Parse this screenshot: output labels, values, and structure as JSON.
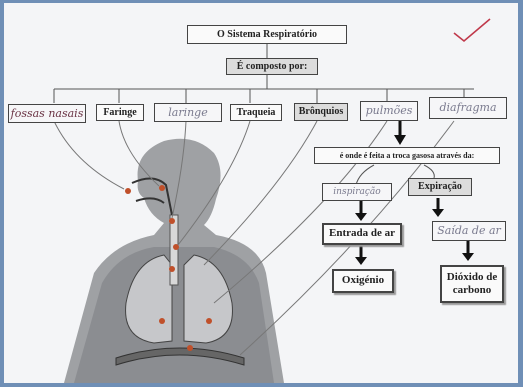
{
  "title": "O Sistema Respiratório",
  "composto_label": "É composto por:",
  "organs": [
    {
      "label": "fossas nasais",
      "style": "hand-red"
    },
    {
      "label": "Faringe",
      "style": "print"
    },
    {
      "label": "laringe",
      "style": "hand"
    },
    {
      "label": "Traqueia",
      "style": "print"
    },
    {
      "label": "Brônquios",
      "style": "print-shade"
    },
    {
      "label": "pulmões",
      "style": "hand"
    },
    {
      "label": "diafragma",
      "style": "hand"
    }
  ],
  "trocas_label": "é onde é feita a troca gasosa através da:",
  "inspiracao": "inspiração",
  "expiracao": "Expiração",
  "entrada": "Entrada de ar",
  "saida": "Saída de ar",
  "oxigenio": "Oxigénio",
  "dioxido": "Dióxido de carbono",
  "colors": {
    "check": "#c0394b",
    "red_dot": "#c0502a",
    "frame": "#6f8fb6"
  }
}
